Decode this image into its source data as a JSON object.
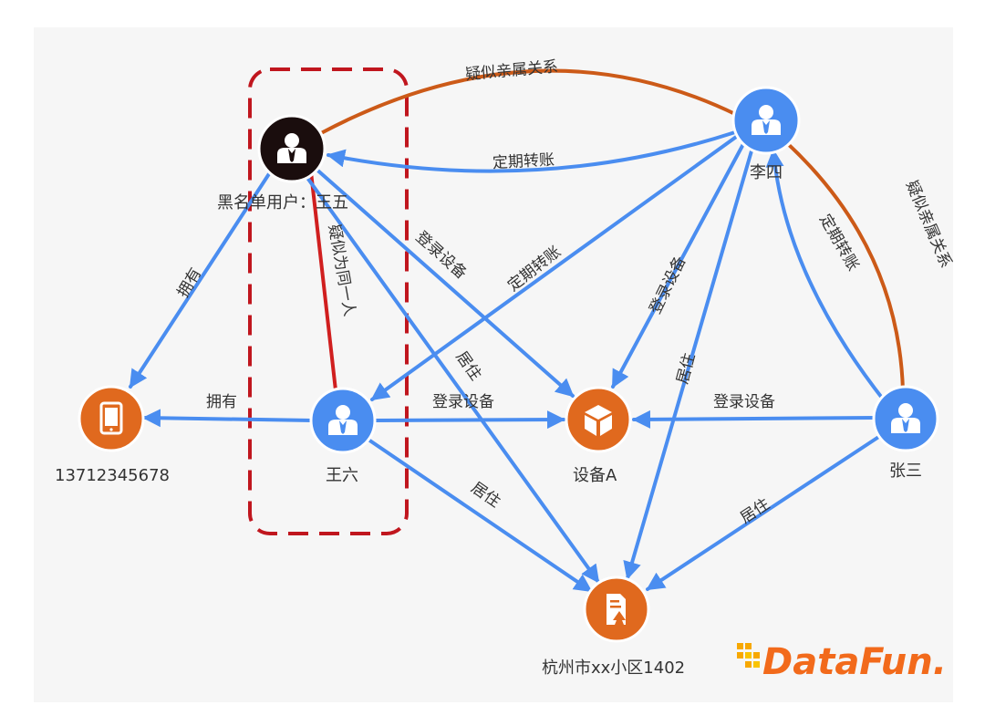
{
  "colors": {
    "blue_edge": "#4a8df0",
    "orange_edge": "#cc5a18",
    "red_edge": "#d01f1f",
    "person_node": "#4a8df0",
    "blacklist_node": "#1a0d0d",
    "object_node": "#e0691e",
    "logo_yellow": "#f7a800",
    "logo_orange": "#f26a1b"
  },
  "nodes": {
    "wangwu": {
      "label": "黑名单用户：王五",
      "icon": "person-icon"
    },
    "lisi": {
      "label": "李四",
      "icon": "person-icon"
    },
    "zhangsan": {
      "label": "张三",
      "icon": "person-icon"
    },
    "wangliu": {
      "label": "王六",
      "icon": "person-icon"
    },
    "phone": {
      "label": "13712345678",
      "icon": "phone-icon"
    },
    "device": {
      "label": "设备A",
      "icon": "box-icon"
    },
    "address": {
      "label": "杭州市xx小区1402",
      "icon": "house-icon"
    }
  },
  "edges": {
    "wangwu_lisi_kin": "疑似亲属关系",
    "lisi_wangwu_transfer": "定期转账",
    "lisi_wangliu_transfer": "定期转账",
    "lisi_device_login": "登录设备",
    "lisi_address_live": "居住",
    "lisi_zhangsan_kin": "疑似亲属关系",
    "zhangsan_lisi_transfer": "定期转账",
    "wangwu_phone_own": "拥有",
    "wangwu_wangliu_same": "疑似为同一人",
    "wangwu_device_login": "登录设备",
    "wangwu_address_live": "居住",
    "wangliu_phone_own": "拥有",
    "wangliu_device_login": "登录设备",
    "wangliu_address_live": "居住",
    "zhangsan_device_login": "登录设备",
    "zhangsan_address_live": "居住"
  },
  "logo": {
    "text": "DataFun."
  }
}
